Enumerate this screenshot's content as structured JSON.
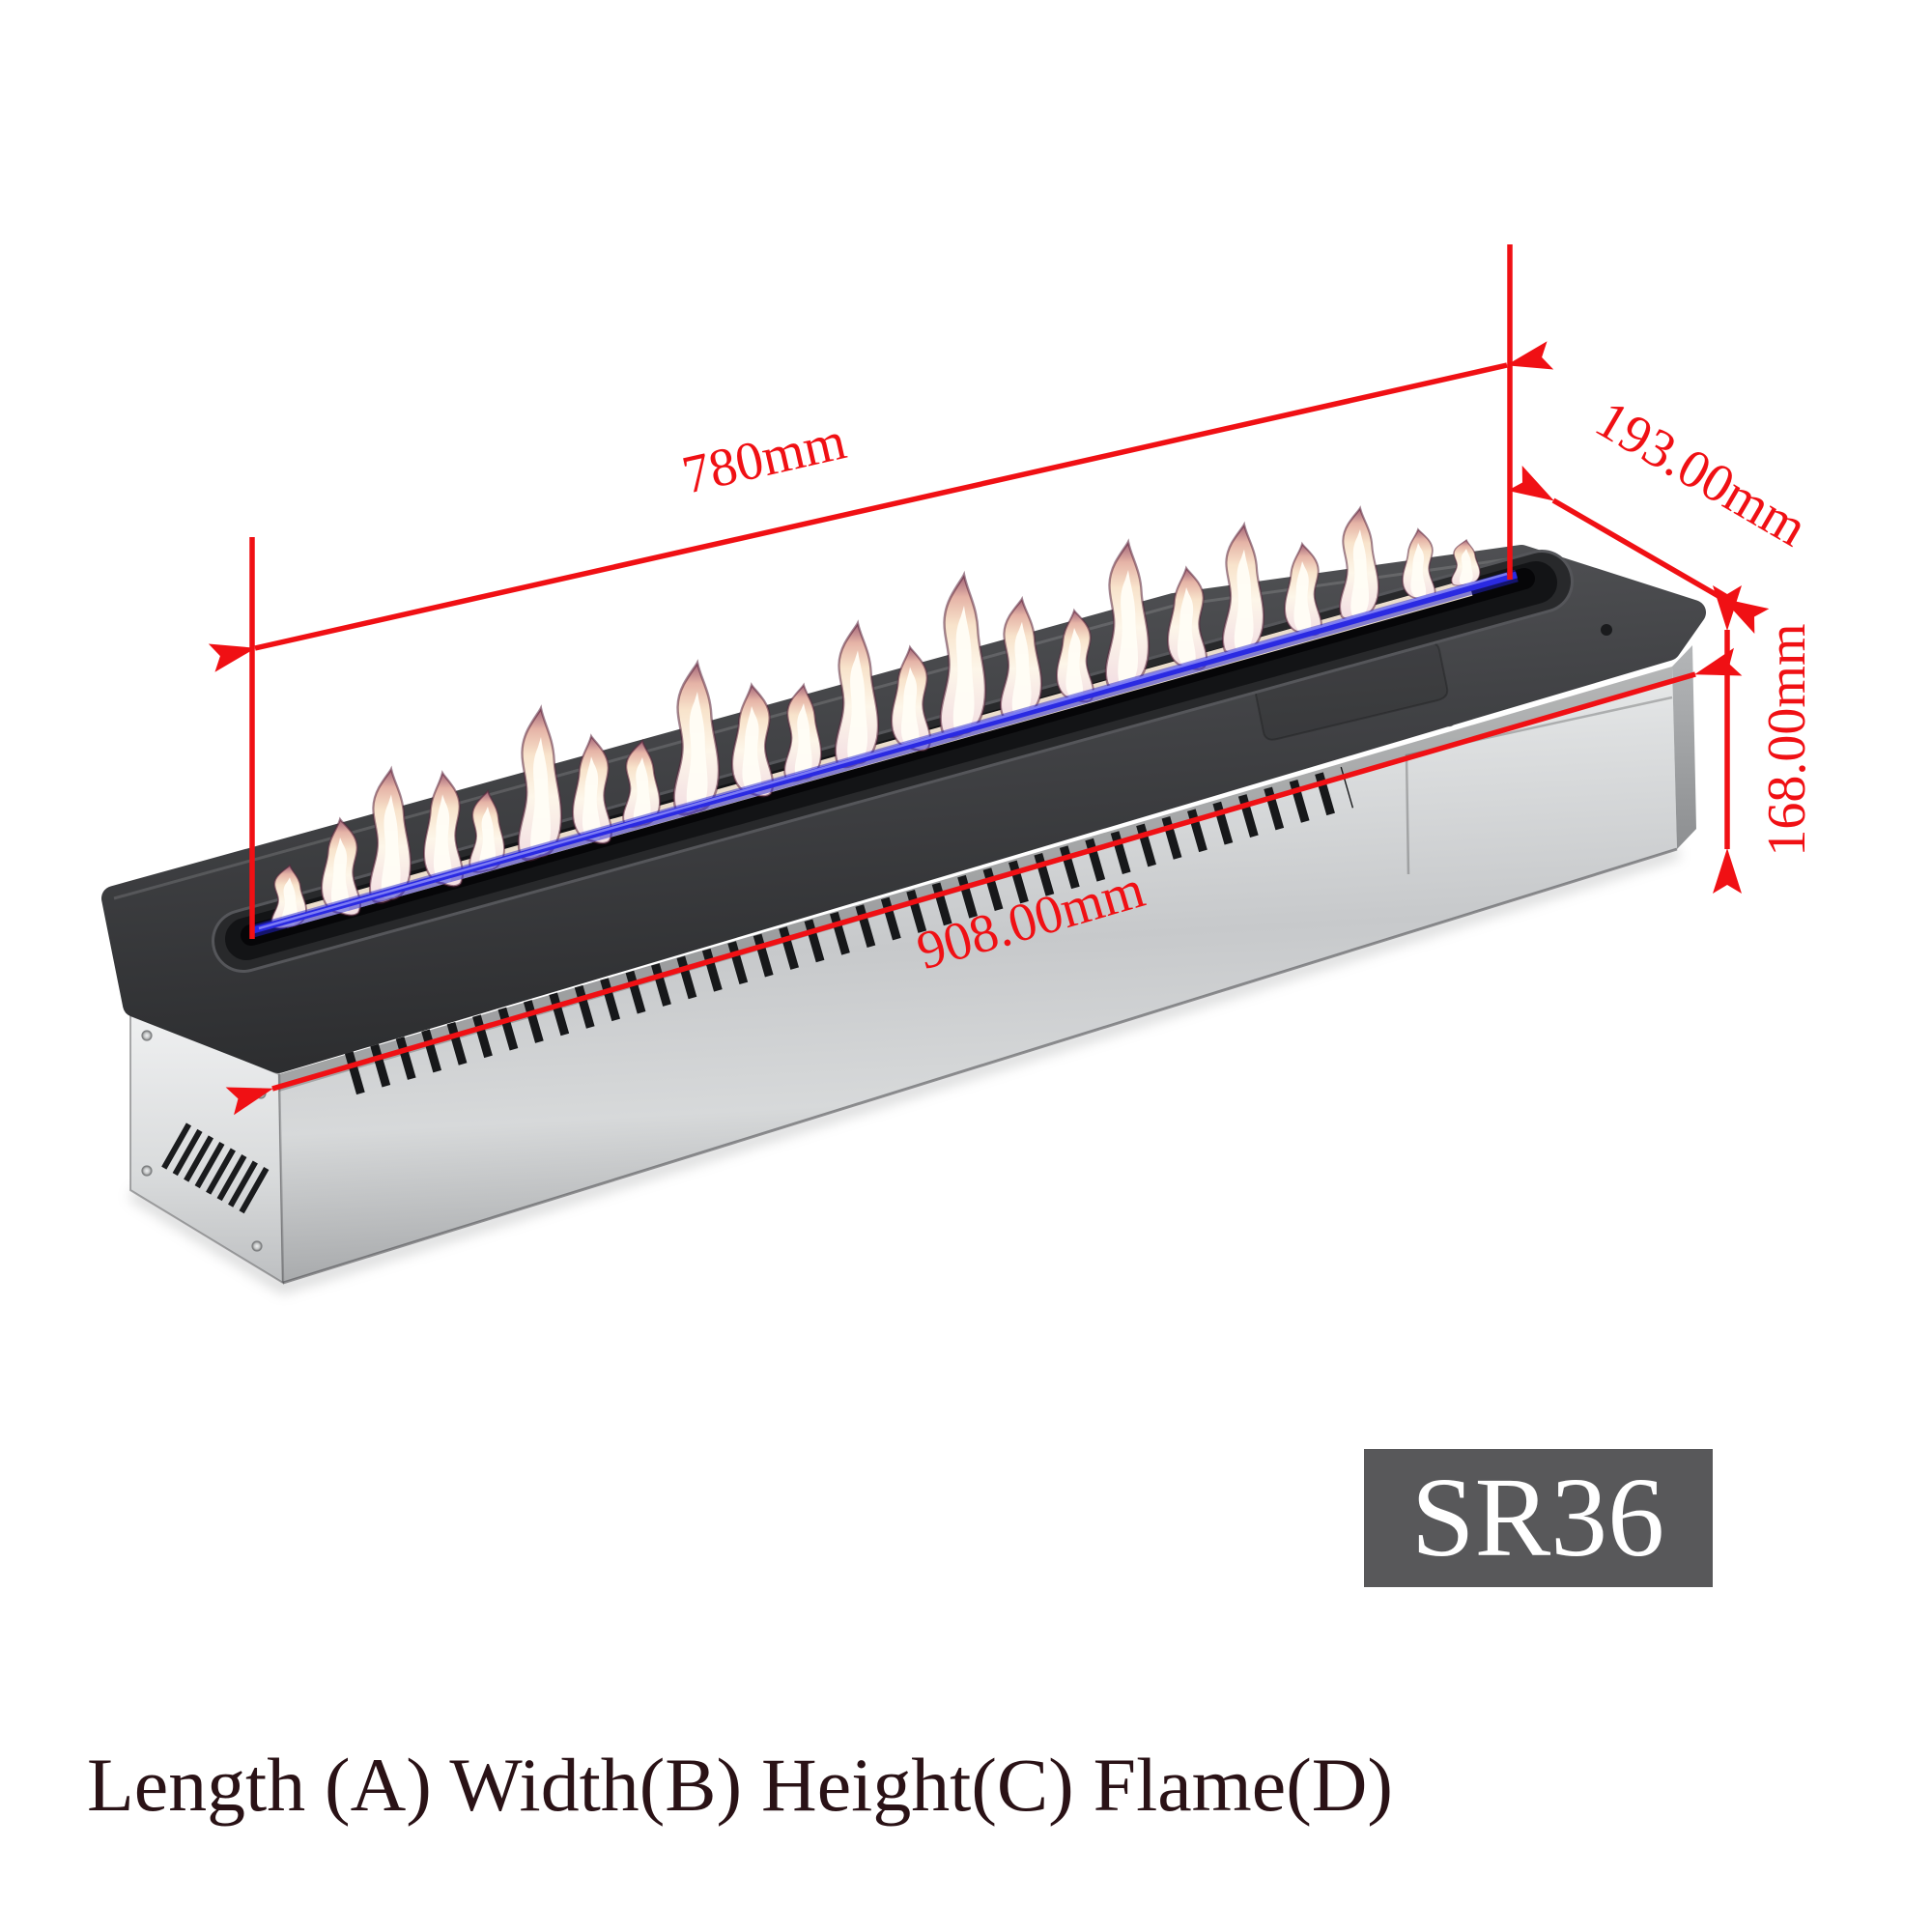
{
  "annotations": {
    "color": "#f01014",
    "dimensions": {
      "length": "780mm",
      "width": "193.00mm",
      "height": "168.00mm",
      "flame": "908.00mm"
    }
  },
  "badge": {
    "label": "SR36",
    "background": "#58585a",
    "text_color": "#ffffff"
  },
  "caption": {
    "text": "Length (A) Width(B) Height(C) Flame(D)",
    "color": "#2a1216"
  },
  "product": {
    "top_plate_color": "#3f4043",
    "body_color": "#c9cbcd",
    "flame_blue": "#2a2ae2",
    "flame_core": "#fffdf6"
  }
}
